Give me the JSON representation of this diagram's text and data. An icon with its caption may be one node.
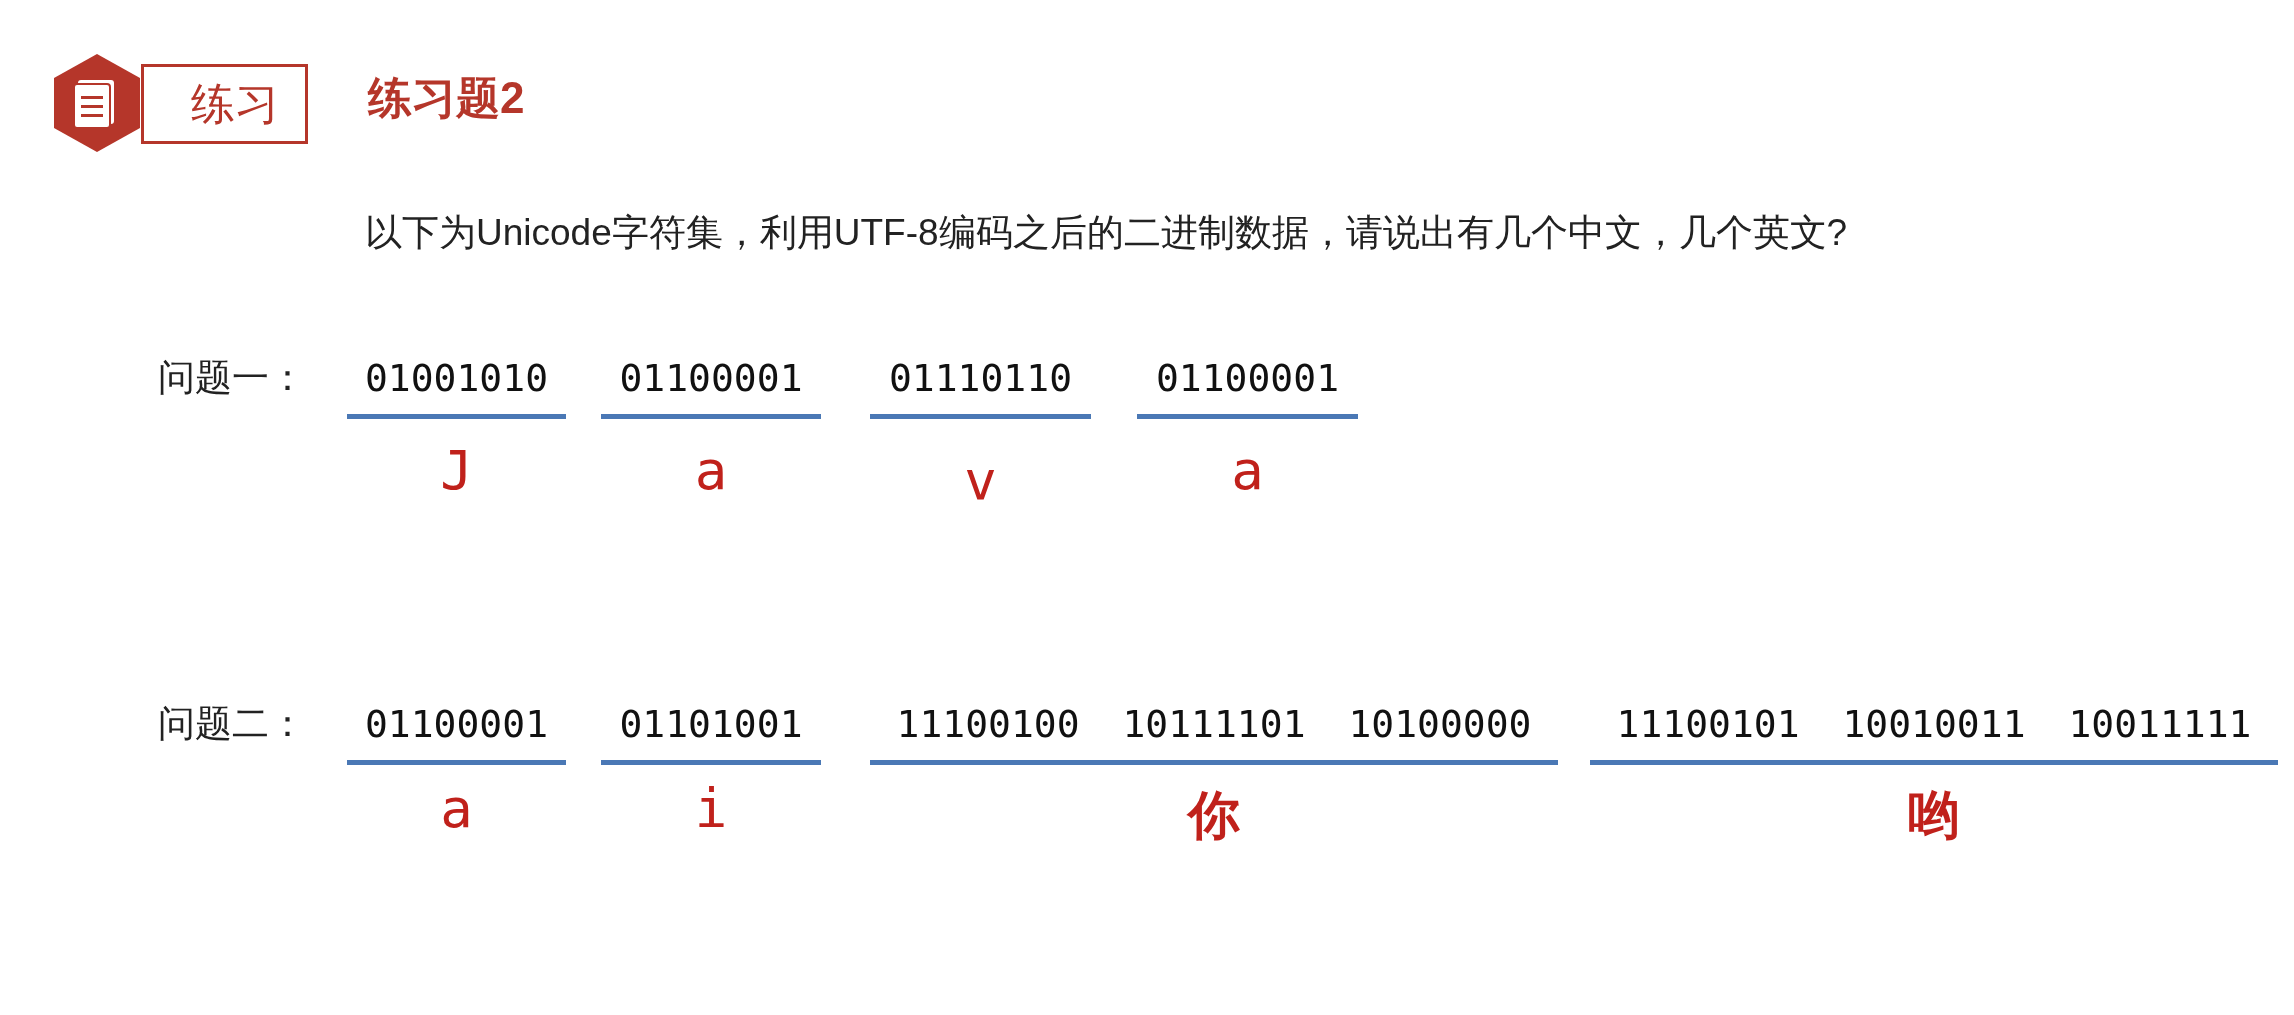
{
  "diagram": {
    "title": "练习题2",
    "nodes": [
      {
        "text": [
          "练习"
        ]
      }
    ],
    "labels": [
      "以下为Unicode字符集，利用UTF-8编码之后的二进制数据，请说出有几个中文，几个英文?",
      "问题一：",
      "01001010",
      "01100001",
      "01110110",
      "01100001",
      "J",
      "a",
      "v",
      "a",
      "问题二：",
      "01100001",
      "01101001",
      "11100100 10111101 10100000",
      "11100101 10010011 10011111",
      "a",
      "i",
      "你",
      "哟"
    ]
  }
}
